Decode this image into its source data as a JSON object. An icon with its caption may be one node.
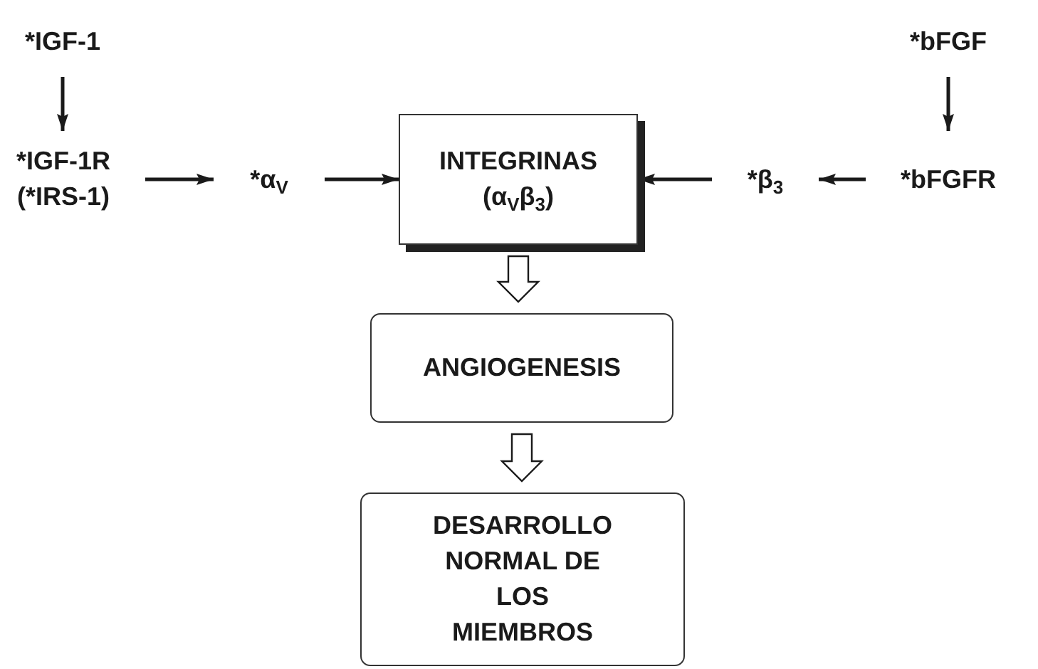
{
  "diagram": {
    "nodes": [
      {
        "text": [
          "*IGF-1"
        ]
      },
      {
        "text": [
          "*bFGF"
        ]
      },
      {
        "text": [
          "*IGF-1R (*IRS-1)"
        ]
      },
      {
        "text": [
          "*α$_{V}$"
        ]
      },
      {
        "text": [
          "INTEGRINAS",
          "(α$_{V}$β$_{3}$)"
        ]
      },
      {
        "text": [
          "*β$_{3}$"
        ]
      },
      {
        "text": [
          "*bFGFR"
        ]
      },
      {
        "text": [
          "ANGIOGENESIS"
        ]
      },
      {
        "text": [
          "DESARROLLO NORMAL DE LOS MIEMBROS"
        ]
      }
    ],
    "edges": [
      {
        "from": 0,
        "to": 2,
        "arrow": "to"
      },
      {
        "from": 1,
        "to": 6,
        "arrow": "to"
      },
      {
        "from": 2,
        "to": 3,
        "arrow": "to"
      },
      {
        "from": 3,
        "to": 4,
        "arrow": "to"
      },
      {
        "from": 6,
        "to": 5,
        "arrow": "to"
      },
      {
        "from": 5,
        "to": 4,
        "arrow": "to"
      },
      {
        "from": 4,
        "to": 7,
        "arrow": "to",
        "style": "thick"
      },
      {
        "from": 7,
        "to": 8,
        "arrow": "to",
        "style": "thick"
      }
    ]
  }
}
